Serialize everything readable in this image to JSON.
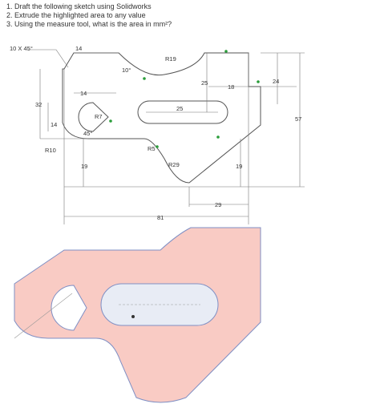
{
  "instructions": [
    "1. Draft the following sketch using Solidworks",
    "2. Extrude the highlighted area to any value",
    "3. Using the measure tool, what is the area in mm²?"
  ],
  "dimensions": {
    "chamfer": "10 X 45°",
    "top_left_width": "14",
    "angle_top": "10°",
    "radius_top": "R19",
    "inner_width": "14",
    "slot_offset": "25",
    "right_notch": "18",
    "right_height": "24",
    "left_height": "32",
    "radius_hole": "R7",
    "slot_length": "25",
    "total_height": "57",
    "hole_height": "14",
    "angle_hole": "45°",
    "radius_left": "R10",
    "radius_bottom_small": "R5",
    "radius_bottom": "R29",
    "bottom_left_height": "19",
    "bottom_right_height": "19",
    "bottom_right_width": "29",
    "total_width": "81"
  },
  "colors": {
    "outline": "#555555",
    "dimension": "#555555",
    "relation_dot": "#2a9d3a",
    "fill": "#f9cbc4",
    "fill_stroke": "#7f8fc4",
    "slot_fill": "#e8ecf5"
  }
}
